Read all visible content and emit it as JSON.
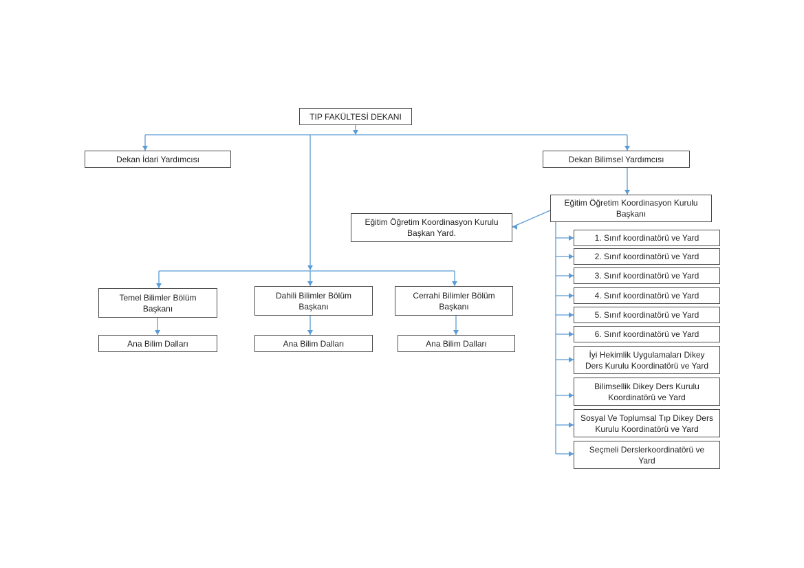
{
  "colors": {
    "line": "#5b9bd5",
    "border": "#4a4a4a",
    "text": "#222222"
  },
  "nodes": {
    "dean": "TIP FAKÜLTESİ DEKANI",
    "admin_vice_dean": "Dekan İdari Yardımcısı",
    "science_vice_dean": "Dekan Bilimsel Yardımcısı",
    "edu_board_head": "Eğitim Öğretim Koordinasyon Kurulu\nBaşkanı",
    "edu_board_vice": "Eğitim Öğretim Koordinasyon Kurulu\nBaşkan Yard.",
    "basic_sci_head": "Temel Bilimler Bölüm\nBaşkanı",
    "internal_sci_head": "Dahili Bilimler Bölüm\nBaşkanı",
    "surgical_sci_head": "Cerrahi Bilimler Bölüm\nBaşkanı",
    "basic_sci_depts": "Ana Bilim Dalları",
    "internal_sci_depts": "Ana Bilim Dalları",
    "surgical_sci_depts": "Ana Bilim Dalları"
  },
  "coordinators": [
    "1. Sınıf koordinatörü ve Yard",
    "2. Sınıf koordinatörü ve Yard",
    "3. Sınıf koordinatörü ve Yard",
    "4. Sınıf koordinatörü ve Yard",
    "5. Sınıf koordinatörü ve Yard",
    "6. Sınıf koordinatörü ve Yard",
    "İyi Hekimlik Uygulamaları Dikey\nDers Kurulu Koordinatörü ve Yard",
    "Bilimsellik Dikey Ders Kurulu\nKoordinatörü ve Yard",
    "Sosyal Ve Toplumsal Tıp Dikey Ders\nKurulu Koordinatörü ve Yard",
    "Seçmeli Derslerkoordinatörü ve\nYard"
  ]
}
